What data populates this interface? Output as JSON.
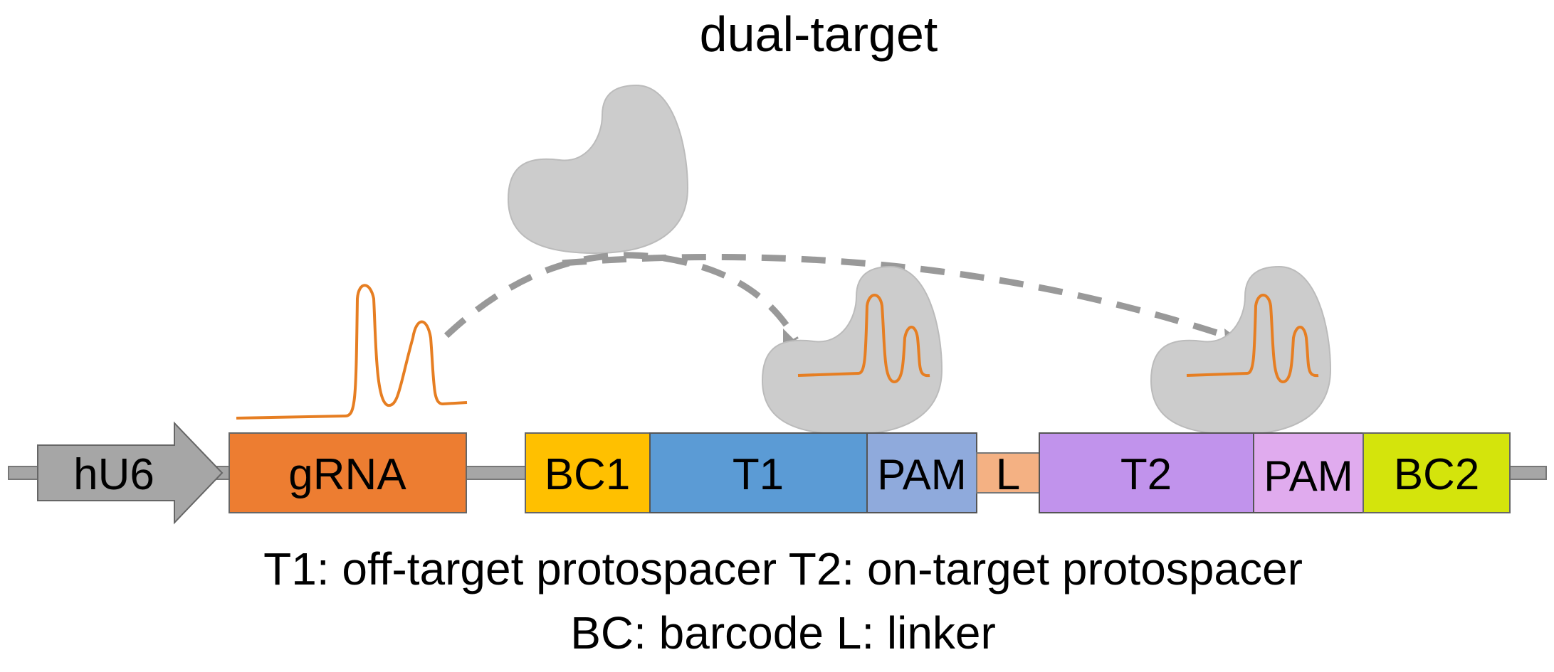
{
  "title": "dual-target",
  "elements": {
    "promoter": {
      "label": "hU6",
      "color": "#a6a6a6"
    },
    "grna": {
      "label": "gRNA",
      "color": "#ed7d31"
    },
    "bc1": {
      "label": "BC1",
      "color": "#ffc000"
    },
    "t1": {
      "label": "T1",
      "color": "#5b9bd5"
    },
    "pam1": {
      "label": "PAM",
      "color": "#8faadc"
    },
    "linker": {
      "label": "L",
      "color": "#f4b183"
    },
    "t2": {
      "label": "T2",
      "color": "#c193ec"
    },
    "pam2": {
      "label": "PAM",
      "color": "#e0abee"
    },
    "bc2": {
      "label": "BC2",
      "color": "#d4e40c"
    }
  },
  "legend": {
    "line1": "T1: off-target protospacer T2: on-target protospacer",
    "line2": "BC: barcode L: linker"
  },
  "colors": {
    "cas9": "#cccccc",
    "rna": "#e67e22",
    "arrow": "#999999",
    "backbone": "#a6a6a6"
  }
}
